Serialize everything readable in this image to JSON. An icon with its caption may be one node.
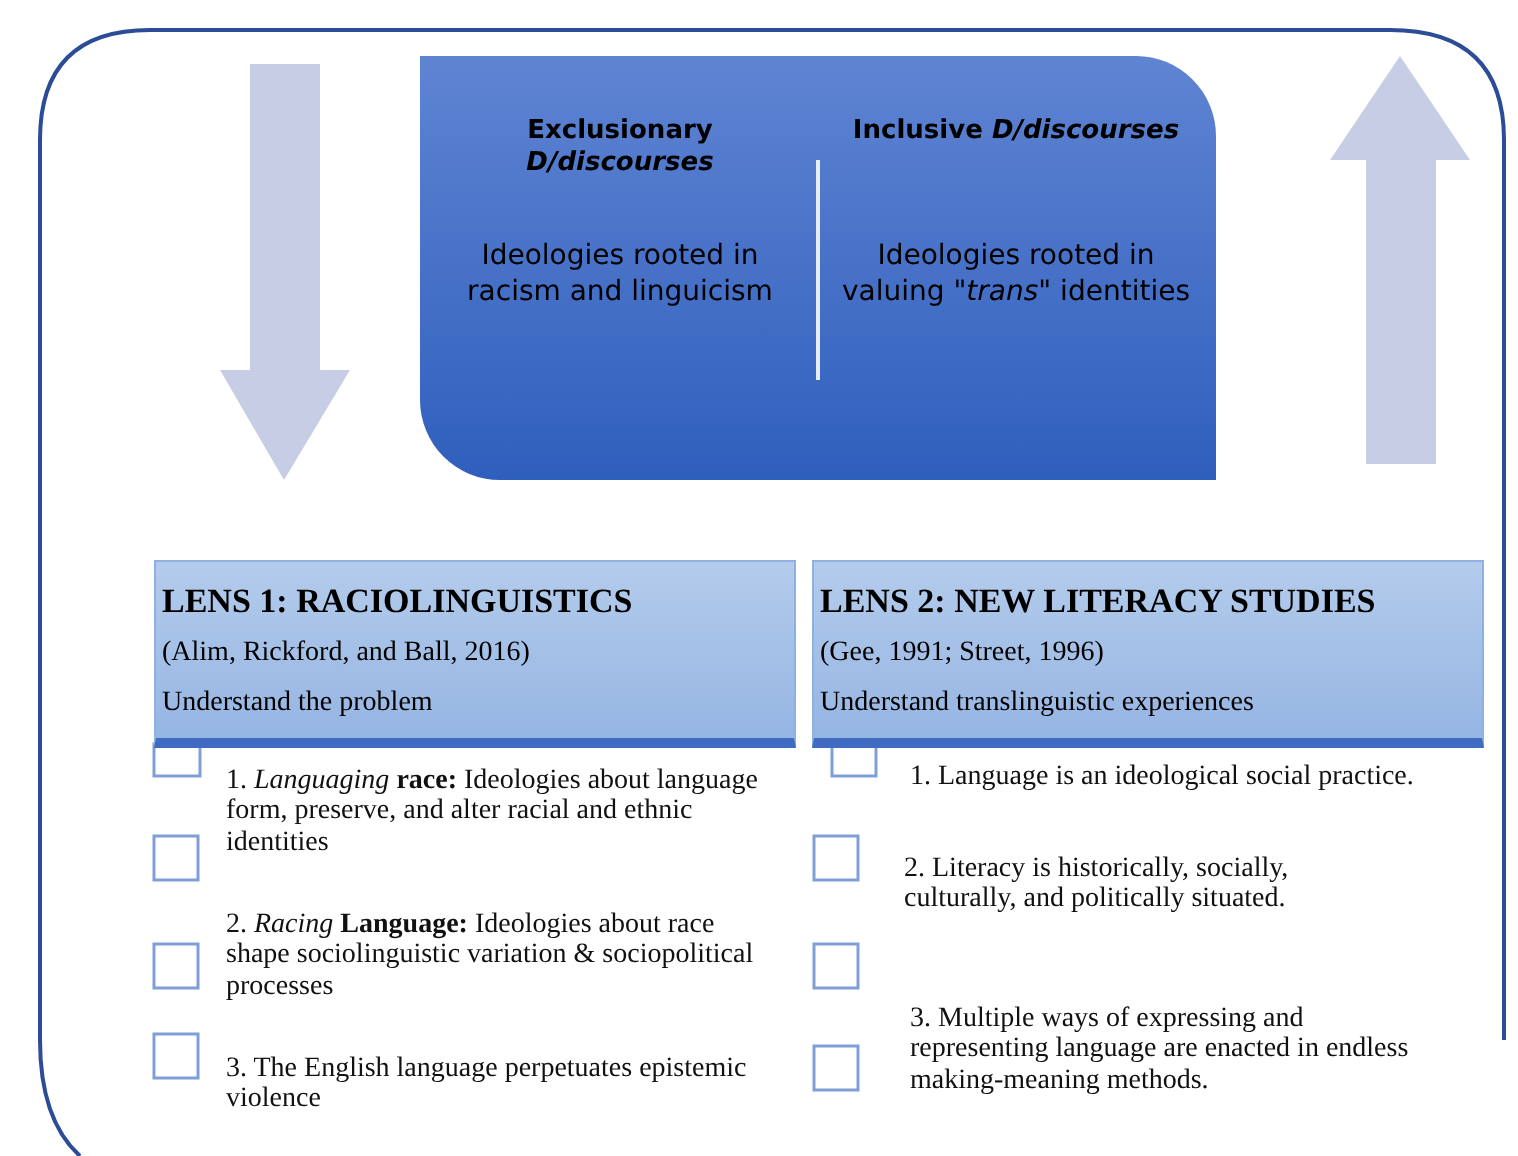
{
  "diagram": {
    "nodes": [
      {
        "text": [
          "Exclusionary *D/discourses*",
          "Ideologies rooted in racism and linguicism",
          "Inclusive *D/discourses*",
          "Ideologies rooted in valuing \"*trans*\" identities"
        ]
      },
      {
        "text": [
          "LENS 1: RACIOLINGUISTICS",
          "(Alim, Rickford, and Ball, 2016)",
          "Understand the problem"
        ]
      },
      {
        "text": [
          "LENS 2: NEW LITERACY STUDIES",
          "(Gee, 1991; Street, 1996)",
          "Understand translinguistic experiences"
        ]
      }
    ],
    "edges": [],
    "labels": [
      "1. *Languaging* **race:** Ideologies about language form, preserve, and alter racial and ethnic identities",
      "1. Language is an ideological social practice.",
      "2. Literacy is historically, socially, culturally, and politically situated.",
      "2. *Racing* **Language:** Ideologies about race shape sociolinguistic variation & sociopolitical processes",
      "3. Multiple ways of expressing and representing language are enacted in endless making-meaning methods.",
      "3. The English language perpetuates epistemic violence"
    ]
  }
}
